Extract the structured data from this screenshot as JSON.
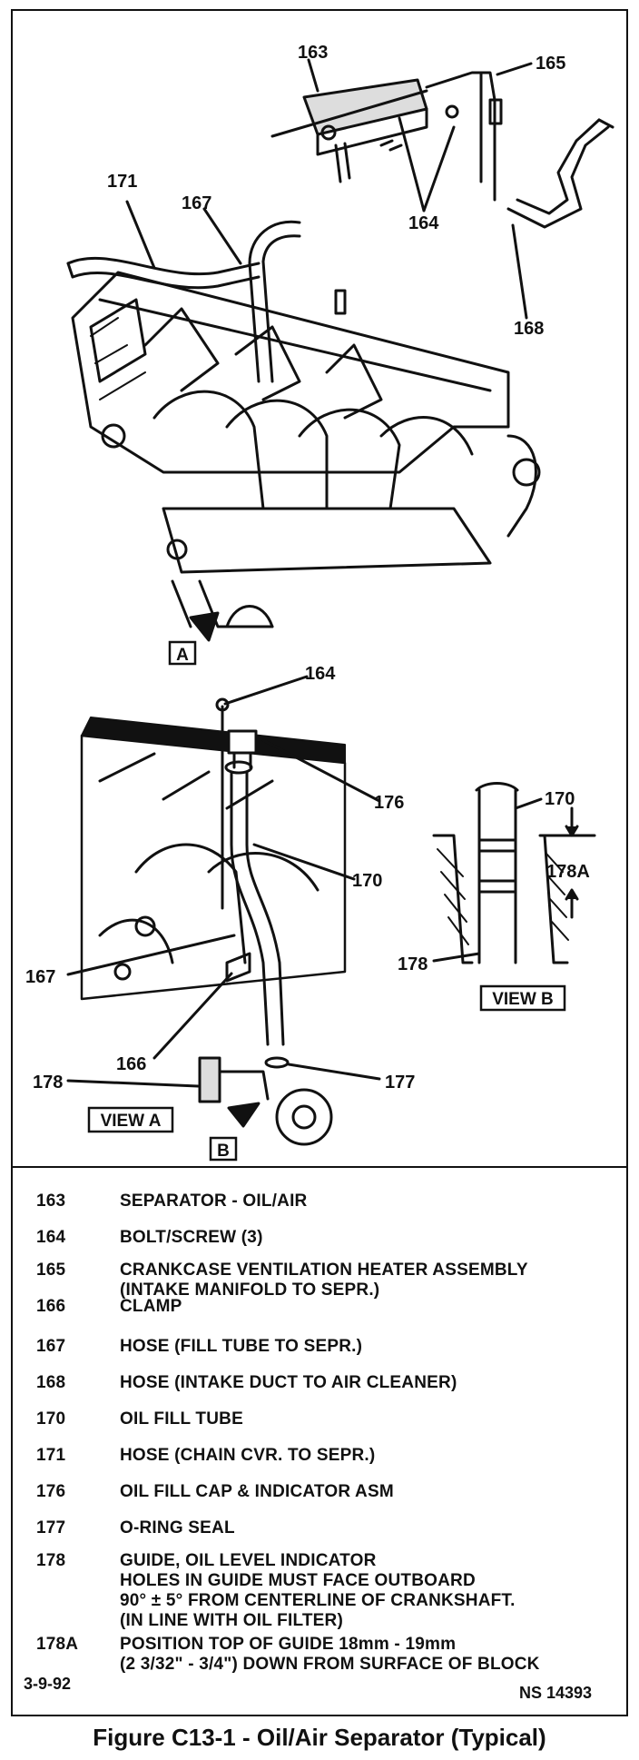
{
  "callouts": {
    "c163": "163",
    "c165": "165",
    "c171": "171",
    "c167": "167",
    "c164": "164",
    "c168": "168",
    "c164b": "164",
    "c176": "176",
    "c170": "170",
    "c167b": "167",
    "c166": "166",
    "c178": "178",
    "c177": "177",
    "c170b": "170",
    "c178A": "178A",
    "c178b": "178"
  },
  "view_labels": {
    "A": "A",
    "B": "B",
    "view_a": "VIEW A",
    "view_b": "VIEW B"
  },
  "legend": [
    {
      "num": "163",
      "desc": "SEPARATOR - OIL/AIR"
    },
    {
      "num": "164",
      "desc": "BOLT/SCREW (3)"
    },
    {
      "num": "165",
      "desc": "CRANKCASE VENTILATION HEATER ASSEMBLY\n(INTAKE MANIFOLD TO SEPR.)"
    },
    {
      "num": "166",
      "desc": "CLAMP"
    },
    {
      "num": "167",
      "desc": "HOSE (FILL TUBE TO SEPR.)"
    },
    {
      "num": "168",
      "desc": "HOSE (INTAKE DUCT TO AIR CLEANER)"
    },
    {
      "num": "170",
      "desc": "OIL FILL TUBE"
    },
    {
      "num": "171",
      "desc": "HOSE (CHAIN CVR. TO SEPR.)"
    },
    {
      "num": "176",
      "desc": "OIL FILL CAP & INDICATOR ASM"
    },
    {
      "num": "177",
      "desc": "O-RING SEAL"
    },
    {
      "num": "178",
      "desc": "GUIDE, OIL LEVEL INDICATOR\nHOLES IN GUIDE MUST FACE OUTBOARD\n90° ± 5° FROM CENTERLINE OF CRANKSHAFT.\n(IN LINE WITH OIL FILTER)"
    },
    {
      "num": "178A",
      "desc": "POSITION TOP OF GUIDE 18mm - 19mm\n(2 3/32\" - 3/4\") DOWN FROM SURFACE OF BLOCK"
    }
  ],
  "footer": {
    "date": "3-9-92",
    "ref": "NS 14393"
  },
  "caption": "Figure C13-1 - Oil/Air Separator (Typical)"
}
